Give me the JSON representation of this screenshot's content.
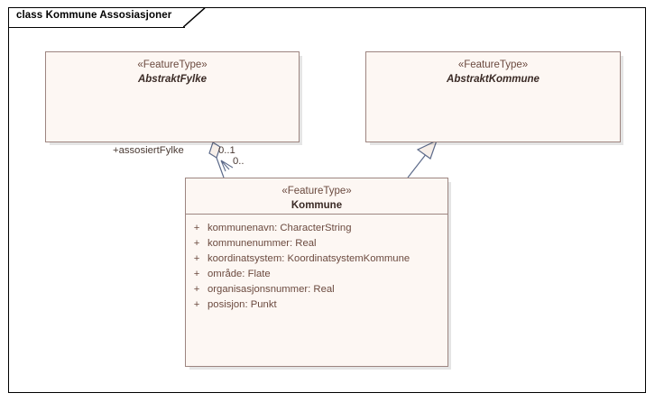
{
  "diagram": {
    "title": "class Kommune Assosiasjoner",
    "kind": "uml-class-diagram",
    "colors": {
      "frame_border": "#000000",
      "class_fill": "#fdf7f3",
      "class_border": "#9d8580",
      "class_text": "#3a2a25",
      "stereotype_text": "#6b4a3f",
      "attribute_text": "#6b4a3f",
      "connector_line": "#5d6b8a",
      "connector_fill": "#f7efe9",
      "canvas": "#ffffff"
    }
  },
  "classes": [
    {
      "id": "abstraktfylke",
      "stereotype": "«FeatureType»",
      "name": "AbstraktFylke",
      "abstract": true,
      "attributes": []
    },
    {
      "id": "abstraktkommune",
      "stereotype": "«FeatureType»",
      "name": "AbstraktKommune",
      "abstract": true,
      "attributes": []
    },
    {
      "id": "kommune",
      "stereotype": "«FeatureType»",
      "name": "Kommune",
      "abstract": false,
      "attributes": [
        {
          "visibility": "+",
          "text": "kommunenavn: CharacterString"
        },
        {
          "visibility": "+",
          "text": "kommunenummer: Real"
        },
        {
          "visibility": "+",
          "text": "koordinatsystem: KoordinatsystemKommune"
        },
        {
          "visibility": "+",
          "text": "område: Flate"
        },
        {
          "visibility": "+",
          "text": "organisasjonsnummer: Real"
        },
        {
          "visibility": "+",
          "text": "posisjon: Punkt"
        }
      ]
    }
  ],
  "connectors": [
    {
      "id": "aggregation-kommune-fylke",
      "type": "aggregation",
      "from": "Kommune",
      "to": "AbstraktFylke",
      "role_label": "+assosiertFylke",
      "multiplicity_target": "0..1",
      "multiplicity_source": "0.."
    },
    {
      "id": "generalization-kommune-abstraktkommune",
      "type": "generalization",
      "from": "Kommune",
      "to": "AbstraktKommune",
      "role_label": "",
      "multiplicity_target": "",
      "multiplicity_source": ""
    }
  ]
}
